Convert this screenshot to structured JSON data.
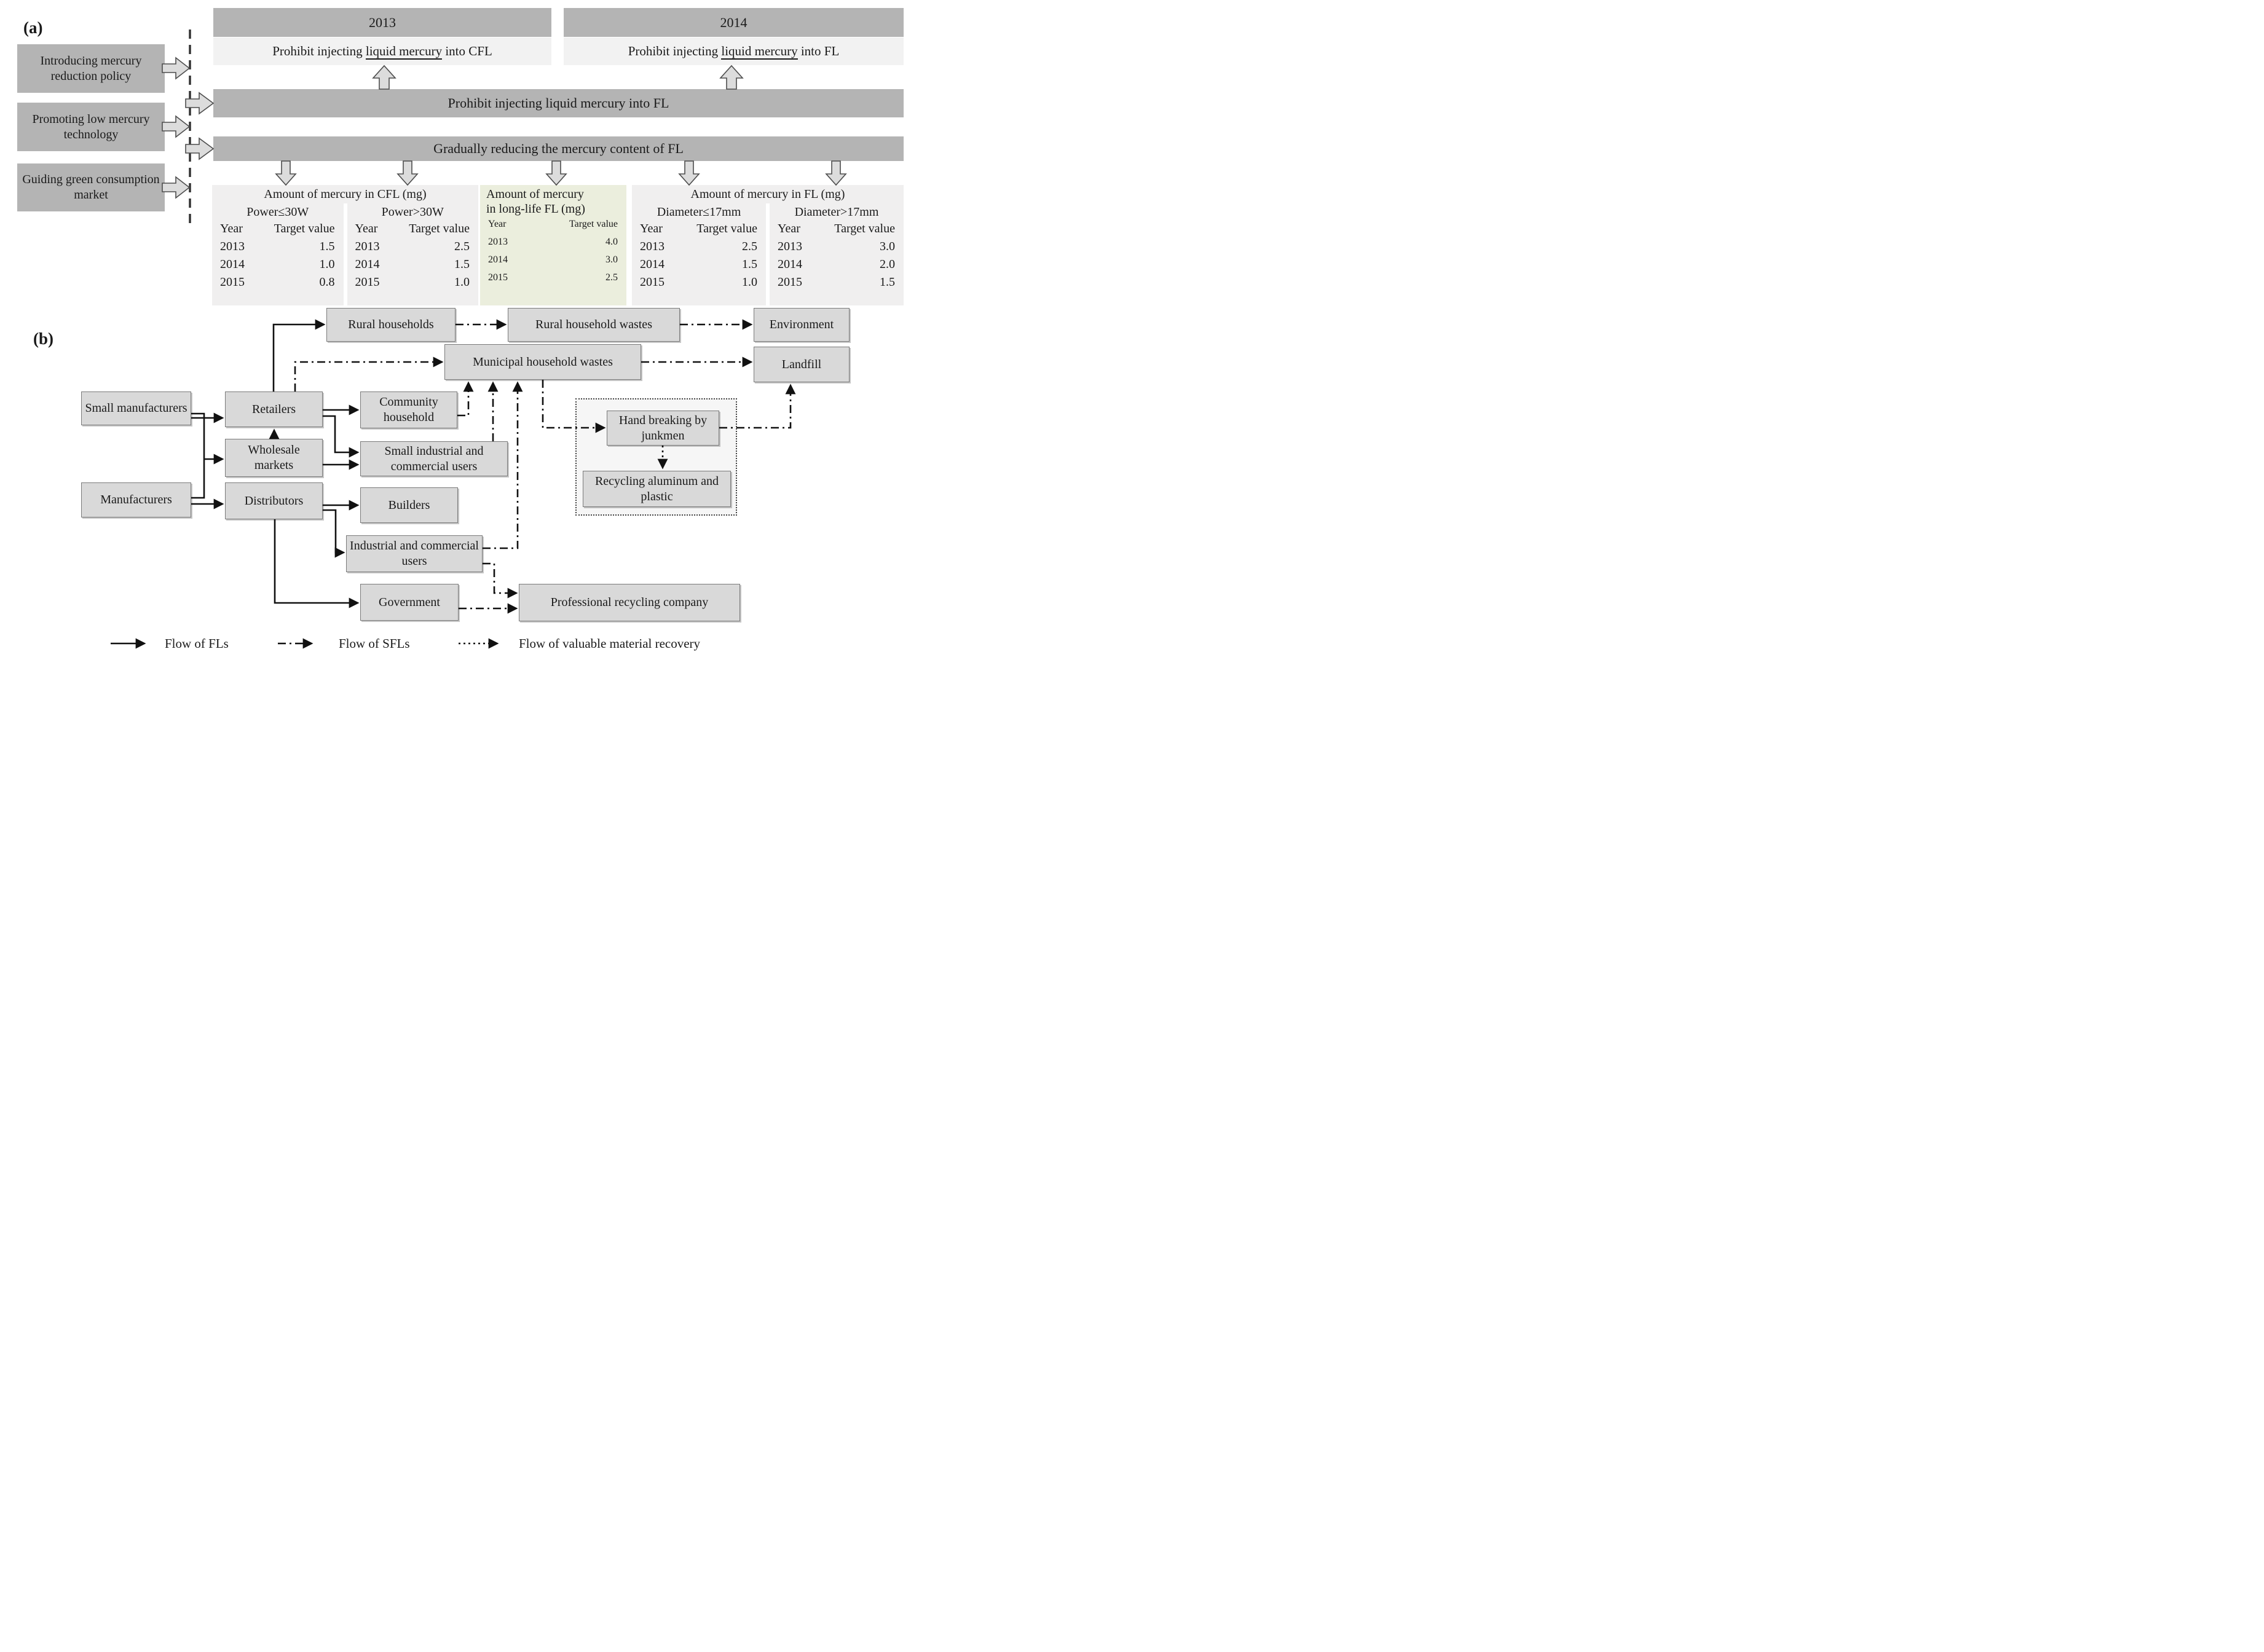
{
  "section_a": {
    "label": "(a)",
    "policies": [
      {
        "label": "Introducing mercury reduction policy"
      },
      {
        "label": "Promoting low mercury technology"
      },
      {
        "label": "Guiding green consumption market"
      }
    ],
    "years": {
      "y2013": "2013",
      "y2014": "2014"
    },
    "ban_cfl": {
      "prefix": "Prohibit injecting ",
      "underline": "liquid mercury",
      "suffix": " into CFL"
    },
    "ban_fl": {
      "prefix": "Prohibit injecting ",
      "underline": "liquid mercury",
      "suffix": " into FL"
    },
    "bar_prohibit": "Prohibit injecting liquid mercury into FL",
    "bar_reduce": "Gradually reducing the mercury content of FL",
    "tables": {
      "cfl": {
        "title": "Amount of mercury in CFL (mg)",
        "columns": [
          {
            "header": "Power≤30W",
            "year_label": "Year",
            "value_label": "Target value",
            "rows": [
              {
                "year": "2013",
                "value": "1.5"
              },
              {
                "year": "2014",
                "value": "1.0"
              },
              {
                "year": "2015",
                "value": "0.8"
              }
            ]
          },
          {
            "header": "Power>30W",
            "year_label": "Year",
            "value_label": "Target value",
            "rows": [
              {
                "year": "2013",
                "value": "2.5"
              },
              {
                "year": "2014",
                "value": "1.5"
              },
              {
                "year": "2015",
                "value": "1.0"
              }
            ]
          }
        ]
      },
      "longlife": {
        "title_line1": "Amount of mercury",
        "title_line2": "in long-life FL (mg)",
        "year_label": "Year",
        "value_label": "Target value",
        "rows": [
          {
            "year": "2013",
            "value": "4.0"
          },
          {
            "year": "2014",
            "value": "3.0"
          },
          {
            "year": "2015",
            "value": "2.5"
          }
        ]
      },
      "fl": {
        "title": "Amount of mercury in FL (mg)",
        "columns": [
          {
            "header": "Diameter≤17mm",
            "year_label": "Year",
            "value_label": "Target value",
            "rows": [
              {
                "year": "2013",
                "value": "2.5"
              },
              {
                "year": "2014",
                "value": "1.5"
              },
              {
                "year": "2015",
                "value": "1.0"
              }
            ]
          },
          {
            "header": "Diameter>17mm",
            "year_label": "Year",
            "value_label": "Target value",
            "rows": [
              {
                "year": "2013",
                "value": "3.0"
              },
              {
                "year": "2014",
                "value": "2.0"
              },
              {
                "year": "2015",
                "value": "1.5"
              }
            ]
          }
        ]
      }
    }
  },
  "section_b": {
    "label": "(b)",
    "nodes": {
      "rural_households": "Rural households",
      "rural_wastes": "Rural household wastes",
      "environment": "Environment",
      "municipal": "Municipal household wastes",
      "landfill": "Landfill",
      "small_manufacturers": "Small manufacturers",
      "retailers": "Retailers",
      "community": "Community household",
      "wholesale": "Wholesale markets",
      "small_industrial": "Small industrial and commercial users",
      "manufacturers": "Manufacturers",
      "distributors": "Distributors",
      "builders": "Builders",
      "industrial": "Industrial and commercial users",
      "government": "Government",
      "professional": "Professional recycling company",
      "hand_breaking": "Hand breaking by junkmen",
      "recycling": "Recycling aluminum and plastic"
    },
    "legend": [
      {
        "label": "Flow of FLs"
      },
      {
        "label": "Flow of SFLs"
      },
      {
        "label": "Flow of valuable material recovery"
      }
    ]
  },
  "colors": {
    "dark_bar": "#b4b4b4",
    "light_bar": "#f2f2f2",
    "table_gray": "#f0efef",
    "table_green": "#ebeedd",
    "node_fill": "#d9d9d9",
    "line": "#111111"
  }
}
